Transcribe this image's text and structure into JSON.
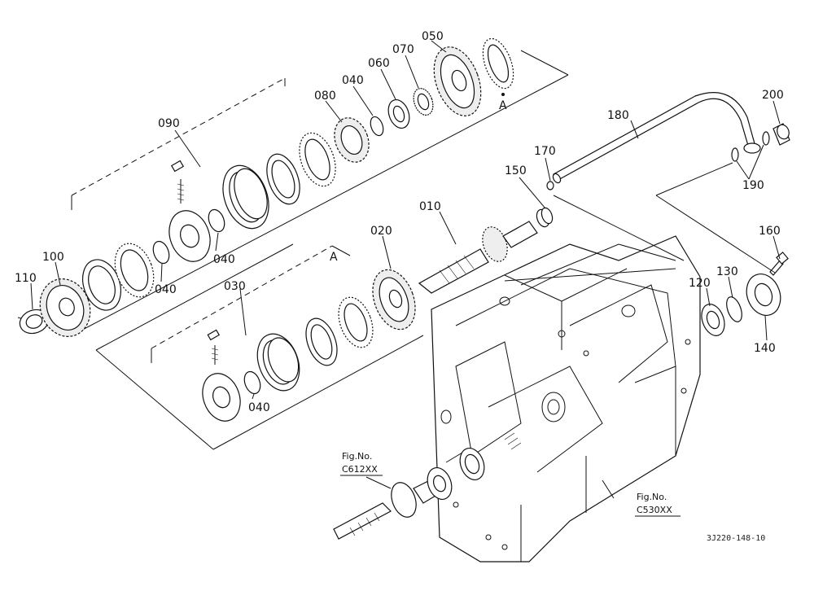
{
  "callouts": {
    "p010": "010",
    "p020": "020",
    "p030": "030",
    "p040a": "040",
    "p040b": "040",
    "p040c": "040",
    "p040d": "040",
    "p050": "050",
    "p060": "060",
    "p070": "070",
    "p080": "080",
    "p090": "090",
    "p100": "100",
    "p110": "110",
    "p120": "120",
    "p130": "130",
    "p140": "140",
    "p150": "150",
    "p160": "160",
    "p170": "170",
    "p180": "180",
    "p190": "190",
    "p200": "200"
  },
  "markers": {
    "a_upper": "A",
    "a_lower": "A"
  },
  "references": {
    "fig_left_title": "Fig.No.",
    "fig_left_code": "C612XX",
    "fig_right_title": "Fig.No.",
    "fig_right_code": "C530XX"
  },
  "drawing_number": "3J220-148-10"
}
